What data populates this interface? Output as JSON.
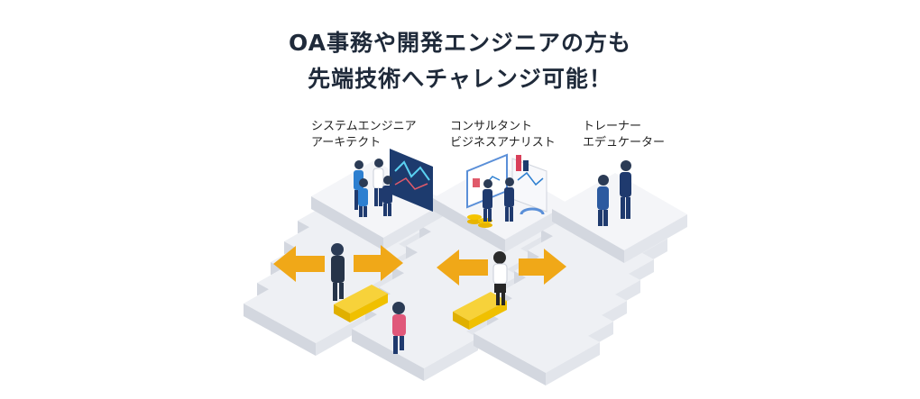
{
  "headline": {
    "line1": "OA事務や開発エンジニアの方も",
    "line2": "先端技術へチャレンジ可能！"
  },
  "roles": [
    {
      "line1": "システムエンジニア",
      "line2": "アーキテクト"
    },
    {
      "line1": "コンサルタント",
      "line2": "ビジネスアナリスト"
    },
    {
      "line1": "トレーナー",
      "line2": "エデュケーター"
    }
  ],
  "colors": {
    "arrow": "#f0a818",
    "block": "#f5c400",
    "step_top": "#eef0f4",
    "step_side": "#d3d7df",
    "suit": "#1f3a6e",
    "text": "#1f2a3a"
  }
}
